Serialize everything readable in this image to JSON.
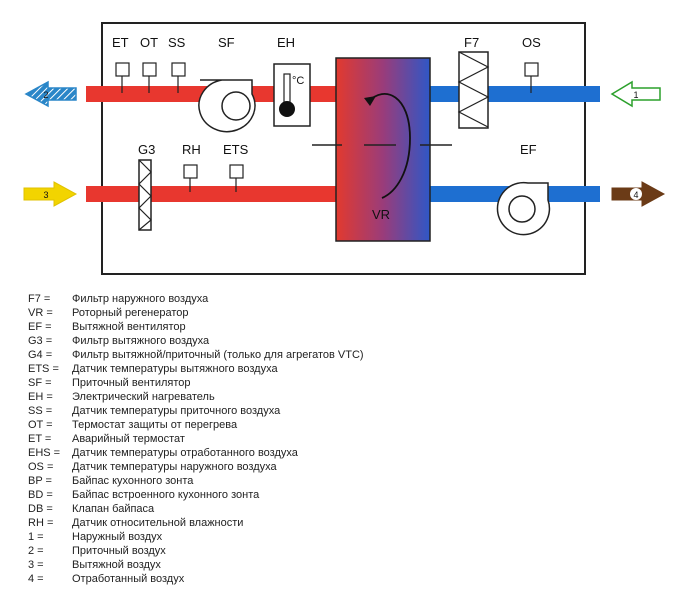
{
  "diagram": {
    "labels": {
      "et": "ET",
      "ot": "OT",
      "ss": "SS",
      "sf": "SF",
      "eh": "EH",
      "eh_unit": "°C",
      "f7": "F7",
      "os": "OS",
      "g3": "G3",
      "rh": "RH",
      "ets": "ETS",
      "ef": "EF",
      "vr": "VR"
    },
    "ports": {
      "p1": "1",
      "p2": "2",
      "p3": "3",
      "p4": "4"
    },
    "colors": {
      "supply_duct": "#e8372f",
      "outdoor_duct": "#1e6fd1",
      "extract_duct": "#e8372f",
      "exhaust_duct": "#1e6fd1",
      "port1_arrow": "#2ca02c",
      "port2_arrow": "#2a86c8",
      "port3_arrow": "#f2d400",
      "port4_arrow": "#6b3b17"
    }
  },
  "legend": [
    {
      "code": "F7 =",
      "desc": "Фильтр наружного воздуха"
    },
    {
      "code": "VR =",
      "desc": "Роторный регенератор"
    },
    {
      "code": "EF =",
      "desc": "Вытяжной вентилятор"
    },
    {
      "code": "G3 =",
      "desc": "Фильтр вытяжного воздуха"
    },
    {
      "code": "G4 =",
      "desc": "Фильтр вытяжной/приточный (только для агрегатов VTC)"
    },
    {
      "code": "ETS =",
      "desc": "Датчик температуры вытяжного воздуха"
    },
    {
      "code": "SF =",
      "desc": "Приточный вентилятор"
    },
    {
      "code": "EH =",
      "desc": "Электрический нагреватель"
    },
    {
      "code": "SS =",
      "desc": "Датчик температуры приточного воздуха"
    },
    {
      "code": "OT =",
      "desc": "Термостат защиты от перегрева"
    },
    {
      "code": "ET =",
      "desc": "Аварийный термостат"
    },
    {
      "code": "EHS =",
      "desc": "Датчик температуры отработанного воздуха"
    },
    {
      "code": "OS =",
      "desc": "Датчик температуры наружного воздуха"
    },
    {
      "code": "BP =",
      "desc": "Байпас кухонного зонта"
    },
    {
      "code": "BD =",
      "desc": "Байпас встроенного кухонного зонта"
    },
    {
      "code": "DB =",
      "desc": "Клапан байпаса"
    },
    {
      "code": "RH =",
      "desc": "Датчик относительной влажности"
    },
    {
      "code": "1 =",
      "desc": "Наружный воздух"
    },
    {
      "code": "2 =",
      "desc": "Приточный воздух"
    },
    {
      "code": "3 =",
      "desc": "Вытяжной воздух"
    },
    {
      "code": "4 =",
      "desc": "Отработанный воздух"
    }
  ]
}
